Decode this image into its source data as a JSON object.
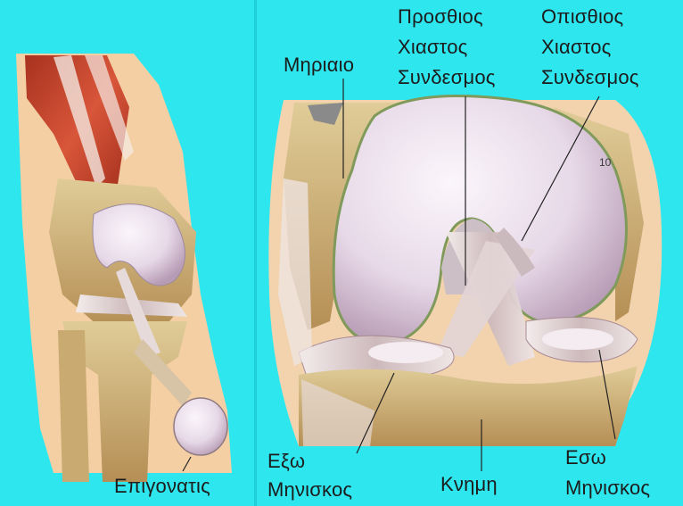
{
  "labels": {
    "femur": "Μηριαιο",
    "acl": [
      "Προσθιος",
      "Χιαστος",
      "Συνδεσμος"
    ],
    "pcl": [
      "Οπισθιος",
      "Χιαστος",
      "Συνδεσμος"
    ],
    "lateral_meniscus": [
      "Εξω",
      "Μηνισκος"
    ],
    "tibia": "Κνημη",
    "medial_meniscus": [
      "Εσω",
      "Μηνισκος"
    ],
    "patella": "Επιγονατις",
    "figure_number": "10"
  },
  "colors": {
    "background": "#2ee6ee",
    "muscle": "#c8442e",
    "bone": "#cdb27d",
    "cartilage": "#ece0ec",
    "ligament": "#d8ccc8",
    "leader_line": "#222222"
  }
}
